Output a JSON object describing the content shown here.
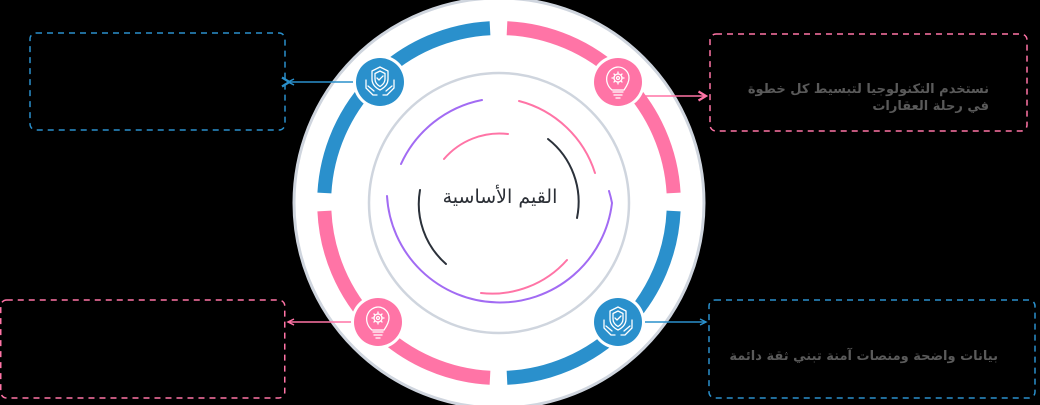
{
  "diagram": {
    "title": "القيم الأساسية",
    "colors": {
      "blue": "#2a90cc",
      "pink": "#ff74a6",
      "purple": "#a26bf3",
      "dark": "#2b313a",
      "ring_gray": "#cfd5de",
      "text": "#5a5a5a"
    },
    "nodes": [
      {
        "id": "top-left",
        "icon": "shield-check-hands-icon",
        "color": "blue",
        "text": ""
      },
      {
        "id": "top-right",
        "icon": "lightbulb-gear-icon",
        "color": "pink",
        "text": "نستخدم التكنولوجيا لتبسيط كل خطوة في رحلة العقارات"
      },
      {
        "id": "bottom-left",
        "icon": "lightbulb-gear-icon",
        "color": "pink",
        "text": ""
      },
      {
        "id": "bottom-right",
        "icon": "shield-check-hands-icon",
        "color": "blue",
        "text": "بيانات واضحة ومنصات آمنة تبني ثقة دائمة"
      }
    ]
  }
}
